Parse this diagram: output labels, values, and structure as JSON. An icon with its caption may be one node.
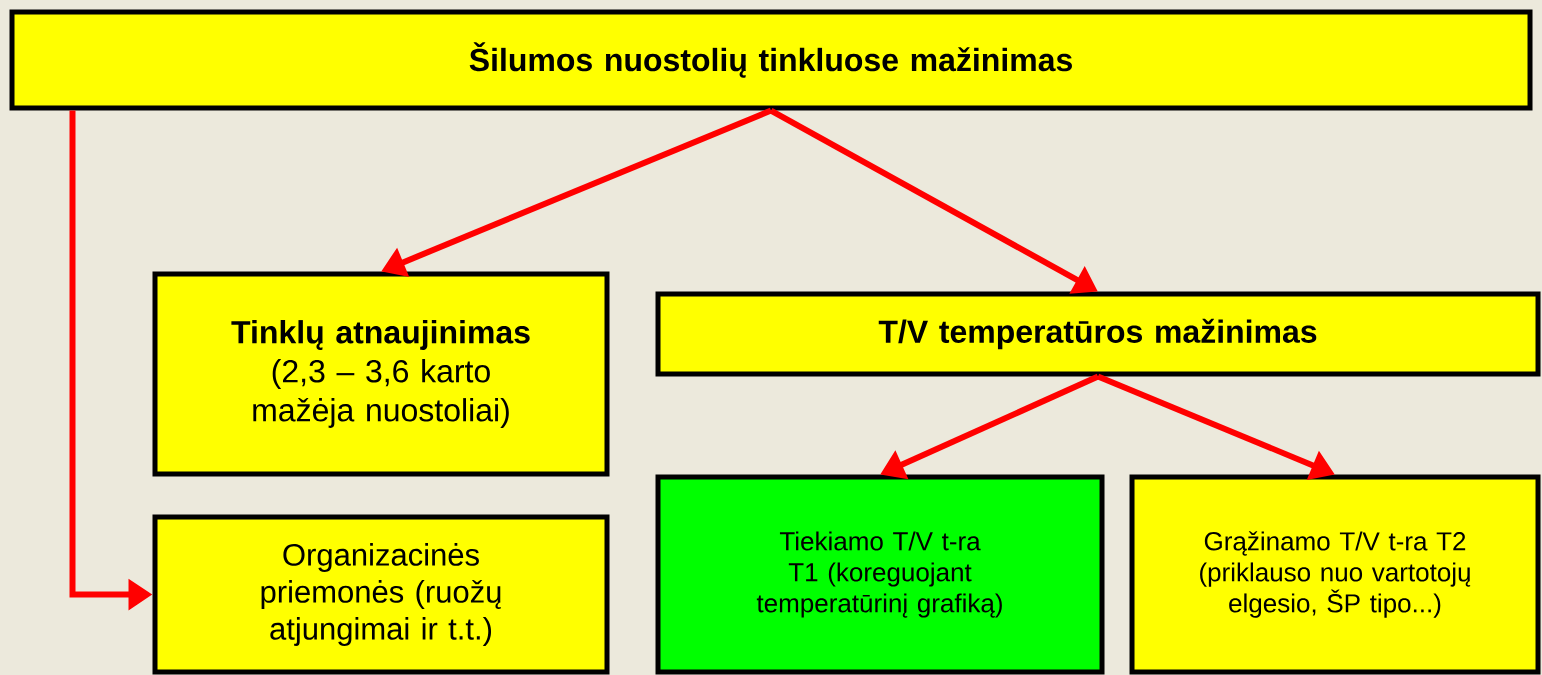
{
  "diagram": {
    "nodes": [
      {
        "text": [
          "Šilumos nuostolių tinkluose mažinimas"
        ]
      },
      {
        "text": [
          "Tinklų atnaujinimas",
          "(2,3 – 3,6 karto mažėja nuostoliai)"
        ]
      },
      {
        "text": [
          "T/V temperatūros mažinimas"
        ]
      },
      {
        "text": [
          "Organizacinės priemonės (ruožų atjungimai ir t.t.)"
        ]
      },
      {
        "text": [
          "Tiekiamo T/V t-ra T1 (koreguojant temperatūrinį grafiką)"
        ]
      },
      {
        "text": [
          "Grąžinamo T/V t-ra T2 (priklauso nuo vartotojų elgesio, ŠP tipo...)"
        ]
      }
    ],
    "edges": [
      {
        "from": 0,
        "to": 1,
        "arrow": "to"
      },
      {
        "from": 0,
        "to": 2,
        "arrow": "to"
      },
      {
        "from": 0,
        "to": 3,
        "arrow": "to"
      },
      {
        "from": 2,
        "to": 4,
        "arrow": "to"
      },
      {
        "from": 2,
        "to": 5,
        "arrow": "to"
      }
    ]
  }
}
